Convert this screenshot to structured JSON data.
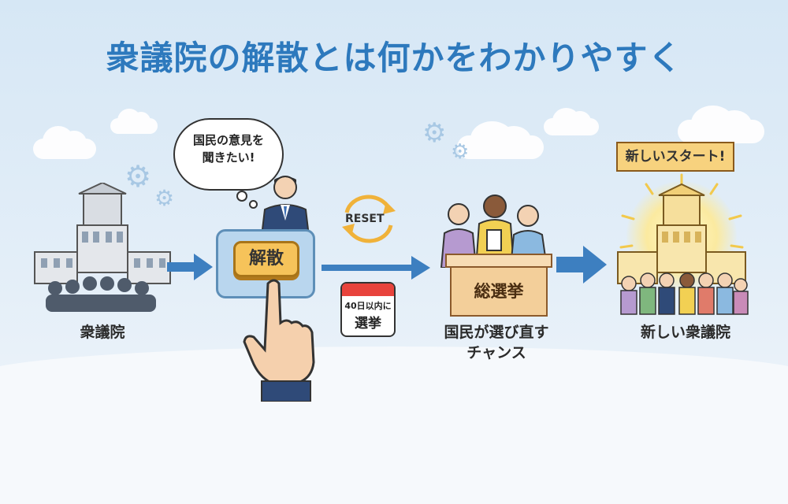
{
  "title": "衆議院の解散とは何かをわかりやすく",
  "thought_bubble": {
    "line1": "国民の意見を",
    "line2": "聞きたい!"
  },
  "kaisan_button_label": "解散",
  "reset_label": "RESET",
  "calendar": {
    "line1": "40日以内に",
    "line2": "選挙"
  },
  "ballot_box_label": "総選挙",
  "ribbon_label": "新しいスタート!",
  "steps": {
    "house_label": "衆議院",
    "chance_line1": "国民が選び直す",
    "chance_line2": "チャンス",
    "new_house_label": "新しい衆議院"
  },
  "colors": {
    "title": "#2d79bd",
    "arrow": "#3d7fc0",
    "button": "#f6c35a",
    "calendar_top": "#e8433c"
  },
  "icons": [
    "cloud-icon",
    "gear-icon",
    "building-icon",
    "arrow-right-icon",
    "reset-cycle-icon",
    "calendar-icon",
    "ballot-box-icon",
    "ribbon-icon",
    "hand-pointer-icon"
  ]
}
